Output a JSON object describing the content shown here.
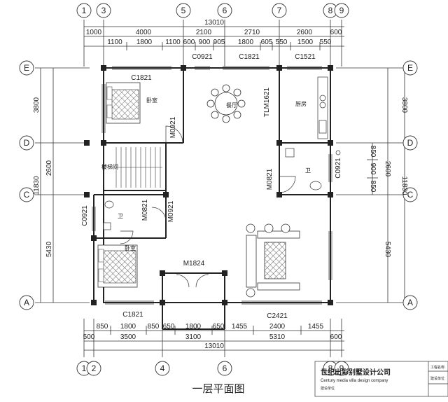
{
  "title": "一层平面图",
  "axes": {
    "top": [
      "1",
      "3",
      "5",
      "6",
      "7",
      "8",
      "9"
    ],
    "bottom": [
      "1",
      "2",
      "4",
      "6",
      "8",
      "9"
    ],
    "left": [
      "E",
      "D",
      "C",
      "A"
    ],
    "right": [
      "E",
      "D",
      "C",
      "A"
    ]
  },
  "dims": {
    "top_total": "13010",
    "top_row2": [
      "1000",
      "4000",
      "2100",
      "2710",
      "2600",
      "600"
    ],
    "top_row3": [
      "1100",
      "1800",
      "1100",
      "600",
      "900",
      "905",
      "1800",
      "605",
      "550",
      "1500",
      "550"
    ],
    "bottom_row1": [
      "850",
      "1800",
      "850",
      "650",
      "1800",
      "650",
      "1455",
      "2400",
      "1455"
    ],
    "bottom_row2": [
      "500",
      "3500",
      "3100",
      "5310",
      "600"
    ],
    "bottom_total": "13010",
    "left": [
      "3800",
      "2600",
      "5430"
    ],
    "left_total": "11830",
    "right": [
      "3800",
      "2600",
      "5430"
    ],
    "right_total": "11830",
    "right_sub": [
      "850",
      "900",
      "850"
    ]
  },
  "labels": {
    "c1821_top": "C1821",
    "c0921_top": "C0921",
    "c1821_top2": "C1821",
    "c1521": "C1521",
    "tlm1621": "TLM1621",
    "m0921_a": "M0921",
    "m0821": "M0821",
    "c0921_right": "C0921",
    "c0921_left": "C0921",
    "m0821_b": "M0821",
    "m0921_b": "M0921",
    "m1824": "M1824",
    "c1821_bottom": "C1821",
    "c2421": "C2421"
  },
  "rooms": {
    "bedroom_upper": "卧室",
    "dining": "餐厅",
    "kitchen": "厨房",
    "bath_right": "卫",
    "stair": "楼梯间",
    "bath_left": "卫",
    "bedroom_lower": "卧室"
  },
  "company": {
    "name": "世纪出彩别墅设计公司",
    "name_en": "Century media villa design company",
    "subline": "建设单位",
    "field1": "工程名称",
    "field2": "建设单位"
  }
}
